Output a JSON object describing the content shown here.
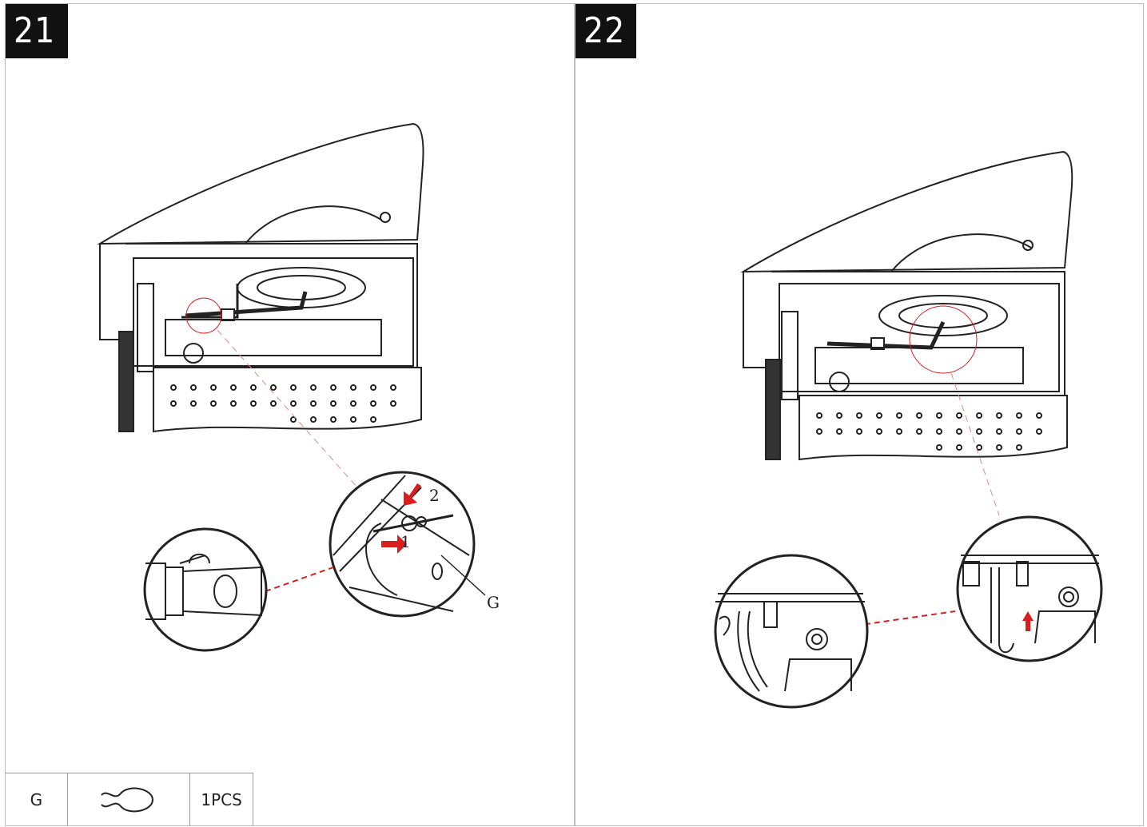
{
  "steps": [
    {
      "number": "21"
    },
    {
      "number": "22"
    }
  ],
  "step21": {
    "callout_letter": "G",
    "arrow_labels": [
      "2",
      "1"
    ]
  },
  "parts": {
    "part_letter": "G",
    "part_icon": "hair-pin-clip-icon",
    "quantity": "1PCS"
  },
  "colors": {
    "accent": "#d81e1e",
    "line": "#222222"
  }
}
